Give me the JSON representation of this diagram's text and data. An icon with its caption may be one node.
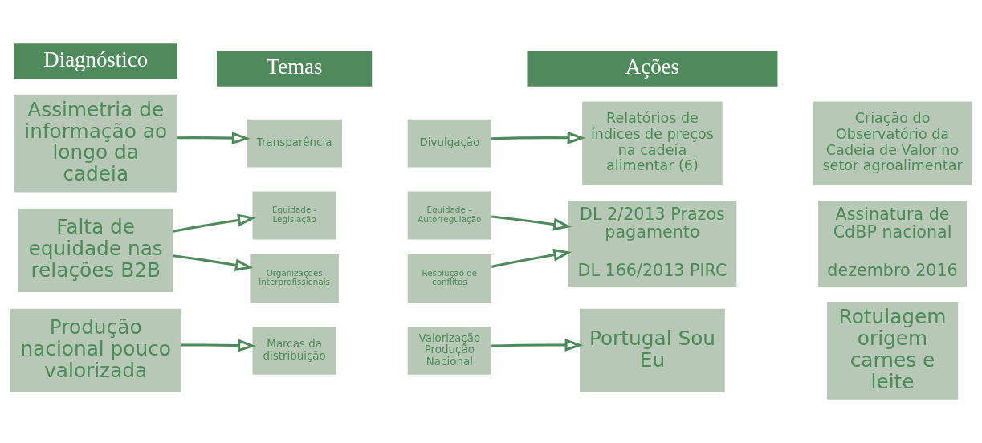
{
  "diagram": {
    "nodes": [
      {
        "text": [
          "Diagnóstico"
        ]
      },
      {
        "text": [
          "Temas"
        ]
      },
      {
        "text": [
          "Ações"
        ]
      },
      {
        "text": [
          "Assimetria de informação ao longo da cadeia"
        ]
      },
      {
        "text": [
          "Transparência"
        ]
      },
      {
        "text": [
          "Divulgação"
        ]
      },
      {
        "text": [
          "Relatórios de índices de preços na cadeia alimentar (6)"
        ]
      },
      {
        "text": [
          "Criação do Observatório da Cadeia de Valor no setor agroalimentar"
        ]
      },
      {
        "text": [
          "Falta de equidade nas relações B2B"
        ]
      },
      {
        "text": [
          "Equidade - Legislação"
        ]
      },
      {
        "text": [
          "Equidade – Autorregulação"
        ]
      },
      {
        "text": [
          "Organizações Interprofissionais"
        ]
      },
      {
        "text": [
          "Resolução de conflitos"
        ]
      },
      {
        "text": [
          "DL 2/2013 Prazos pagamento",
          "DL 166/2013 PIRC"
        ]
      },
      {
        "text": [
          "Assinatura de CdBP nacional",
          "dezembro 2016"
        ]
      },
      {
        "text": [
          "Produção nacional pouco valorizada"
        ]
      },
      {
        "text": [
          "Marcas da distribuição"
        ]
      },
      {
        "text": [
          "Valorização Produção Nacional"
        ]
      },
      {
        "text": [
          "Portugal Sou Eu"
        ]
      },
      {
        "text": [
          "Rotulagem origem carnes e leite"
        ]
      }
    ],
    "edges": [
      {
        "from": 3,
        "to": 4,
        "arrow": "to"
      },
      {
        "from": 5,
        "to": 6,
        "arrow": "to"
      },
      {
        "from": 8,
        "to": 9,
        "arrow": "to"
      },
      {
        "from": 8,
        "to": 11,
        "arrow": "to"
      },
      {
        "from": 10,
        "to": 13,
        "arrow": "to"
      },
      {
        "from": 12,
        "to": 13,
        "arrow": "to"
      },
      {
        "from": 15,
        "to": 16,
        "arrow": "to"
      },
      {
        "from": 17,
        "to": 18,
        "arrow": "to"
      }
    ]
  }
}
